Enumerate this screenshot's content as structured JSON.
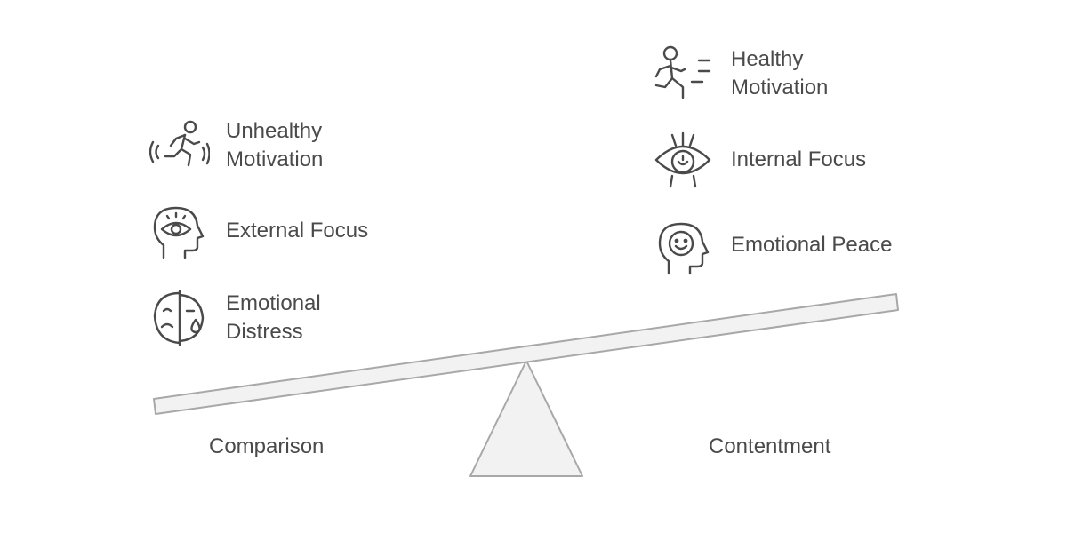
{
  "left": {
    "side_label": "Comparison",
    "items": [
      {
        "icon": "running-person-icon",
        "lines": [
          "Unhealthy",
          "Motivation"
        ]
      },
      {
        "icon": "head-eye-icon",
        "lines": [
          "External Focus"
        ]
      },
      {
        "icon": "split-face-tear-icon",
        "lines": [
          "Emotional",
          "Distress"
        ]
      }
    ]
  },
  "right": {
    "side_label": "Contentment",
    "items": [
      {
        "icon": "runner-speed-icon",
        "lines": [
          "Healthy",
          "Motivation"
        ]
      },
      {
        "icon": "eye-inner-focus-icon",
        "lines": [
          "Internal Focus"
        ]
      },
      {
        "icon": "head-smile-icon",
        "lines": [
          "Emotional Peace"
        ]
      }
    ]
  },
  "colors": {
    "text": "#4a4a4a",
    "stroke": "#a8a8a8",
    "fill": "#f2f2f2"
  }
}
